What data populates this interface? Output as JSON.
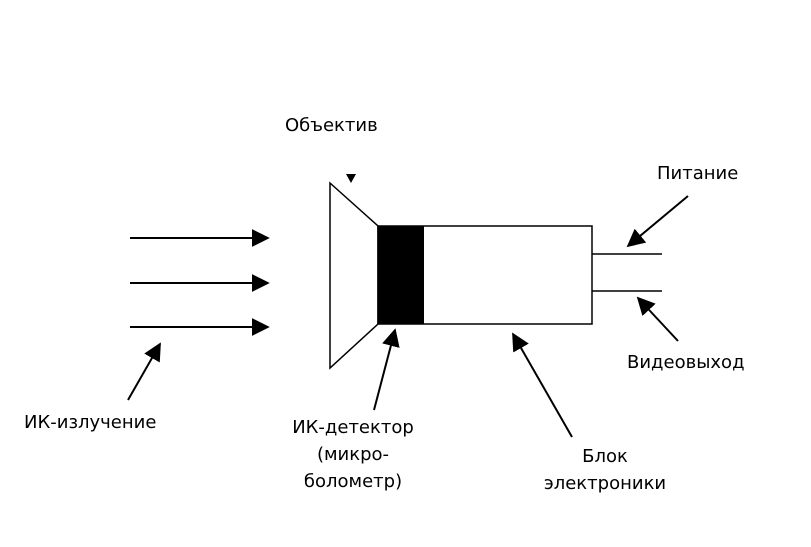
{
  "labels": {
    "lens": "Объектив",
    "power": "Питание",
    "video_out": "Видеовыход",
    "ir_radiation": "ИК-излучение",
    "ir_detector": [
      "ИК-детектор",
      "(микро-",
      "болометр)"
    ],
    "electronics": [
      "Блок",
      "электроники"
    ]
  },
  "colors": {
    "ink": "#000000",
    "background": "#ffffff"
  }
}
